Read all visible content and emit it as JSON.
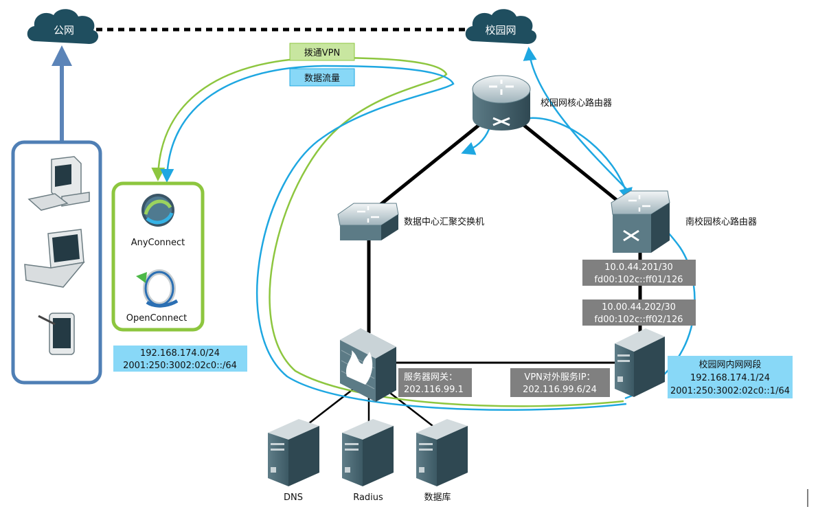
{
  "clouds": {
    "public_net": "公网",
    "campus_net": "校园网"
  },
  "flow_labels": {
    "vpn_dial": "拨通VPN",
    "data_flow": "数据流量"
  },
  "clients": {
    "anyconnect": "AnyConnect",
    "openconnect": "OpenConnect",
    "subnet_v4": "192.168.174.0/24",
    "subnet_v6": "2001:250:3002:02c0::/64"
  },
  "devices": {
    "campus_core_router": "校园网核心路由器",
    "dc_aggregation_switch": "数据中心汇聚交换机",
    "south_core_router": "南校园核心路由器"
  },
  "links": {
    "south_if_v4": "10.0.44.201/30",
    "south_if_v6": "fd00:102c::ff01/126",
    "server_if_v4": "10.00.44.202/30",
    "server_if_v6": "fd00:102c::ff02/126"
  },
  "gateway": {
    "title": "服务器网关：",
    "ip": "202.116.99.1"
  },
  "vpn_service": {
    "title": "VPN对外服务IP：",
    "ip": "202.116.99.6/24"
  },
  "intranet": {
    "title": "校园网内网网段",
    "v4": "192.168.174.1/24",
    "v6": "2001:250:3002:02c0::1/64"
  },
  "servers": {
    "dns": "DNS",
    "radius": "Radius",
    "database": "数据库"
  },
  "colors": {
    "green_flow": "#8dc63f",
    "blue_flow": "#1ea7e1",
    "client_box_border": "#4f7fb5",
    "app_box_border": "#8dc63f",
    "cyan_label": "#88d8f7",
    "gray_label": "#808080",
    "cloud_fill": "#1f4e5f",
    "device_fill": "#4e6c78"
  }
}
